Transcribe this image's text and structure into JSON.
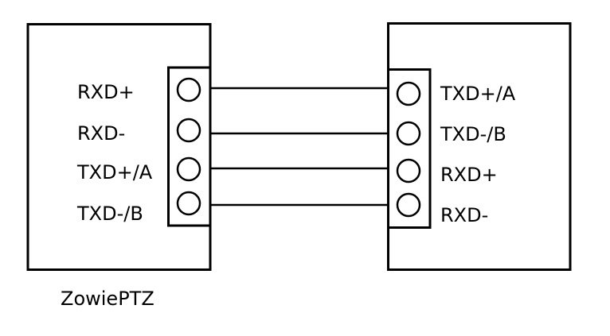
{
  "diagram": {
    "left_device": {
      "name": "ZowiePTZ",
      "pins": [
        {
          "label": "RXD+"
        },
        {
          "label": "RXD-"
        },
        {
          "label": "TXD+/A"
        },
        {
          "label": "TXD-/B"
        }
      ]
    },
    "right_device": {
      "name": "",
      "pins": [
        {
          "label": "TXD+/A"
        },
        {
          "label": "TXD-/B"
        },
        {
          "label": "RXD+"
        },
        {
          "label": "RXD-"
        }
      ]
    },
    "connections": [
      {
        "from": "RXD+",
        "to": "TXD+/A"
      },
      {
        "from": "RXD-",
        "to": "TXD-/B"
      },
      {
        "from": "TXD+/A",
        "to": "RXD+"
      },
      {
        "from": "TXD-/B",
        "to": "RXD-"
      }
    ],
    "colors": {
      "stroke": "#000000",
      "background": "#ffffff"
    }
  }
}
